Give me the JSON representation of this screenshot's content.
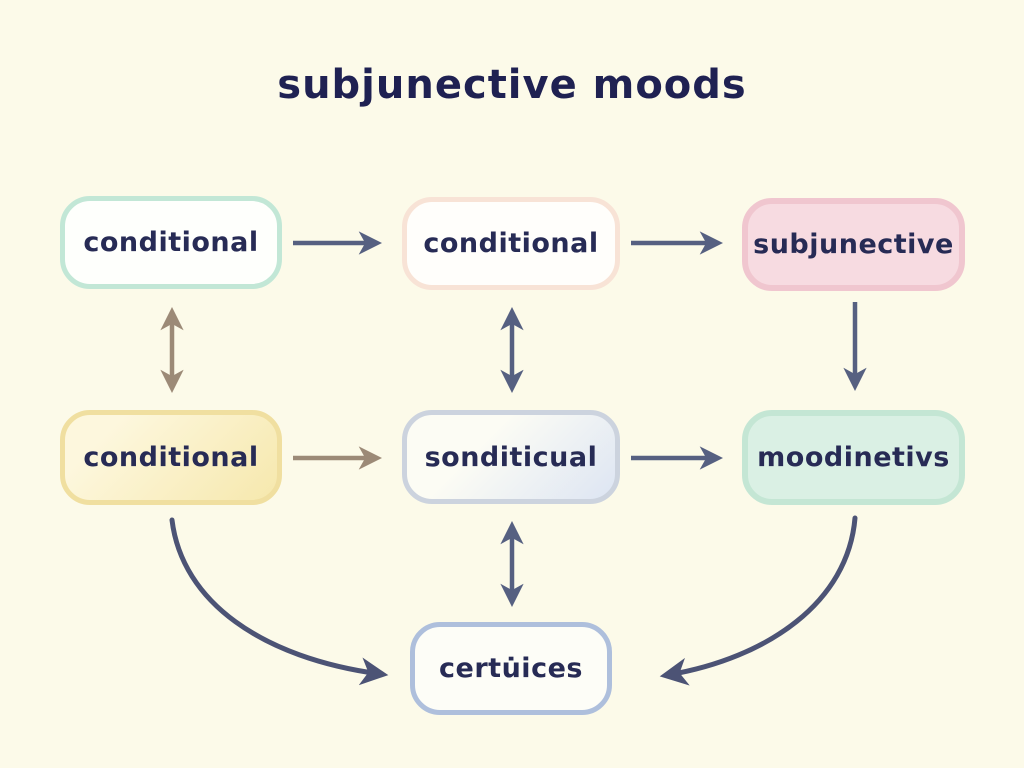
{
  "title": "subjunective moods",
  "nodes": {
    "r1c1": {
      "label": "conditional",
      "fill": "#fefffc",
      "border": "#c2e7d6"
    },
    "r1c2": {
      "label": "conditional",
      "fill": "#fffefb",
      "border": "#f8e3d6"
    },
    "r1c3": {
      "label": "subjunective",
      "fill": "#f7dbe1",
      "border": "#f0c6cf"
    },
    "r2c1": {
      "label": "conditional",
      "fill": "#f6e8ad",
      "border": "#f0dfa0"
    },
    "r2c2": {
      "label": "sonditicual",
      "fill": "#dde5f3",
      "border": "#ccd3de"
    },
    "r2c3": {
      "label": "moodinetivs",
      "fill": "#daf0e4",
      "border": "#c4e6d4"
    },
    "r3c2": {
      "label": "certu̇ices",
      "fill": "#fdfdf7",
      "border": "#aebfdc"
    }
  },
  "edges": [
    {
      "from": "r1c1",
      "to": "r1c2",
      "direction": "right",
      "color": "#566081"
    },
    {
      "from": "r1c2",
      "to": "r1c3",
      "direction": "right",
      "color": "#566081"
    },
    {
      "from": "r1c1",
      "to": "r2c1",
      "direction": "both",
      "color": "#9c8a77"
    },
    {
      "from": "r1c2",
      "to": "r2c2",
      "direction": "both",
      "color": "#566081"
    },
    {
      "from": "r1c3",
      "to": "r2c3",
      "direction": "down",
      "color": "#566081"
    },
    {
      "from": "r2c1",
      "to": "r2c2",
      "direction": "right",
      "color": "#9c8a77"
    },
    {
      "from": "r2c2",
      "to": "r2c3",
      "direction": "right",
      "color": "#566081"
    },
    {
      "from": "r2c2",
      "to": "r3c2",
      "direction": "both",
      "color": "#566081"
    },
    {
      "from": "r2c1",
      "to": "r3c2",
      "direction": "curved-right",
      "color": "#4c5375"
    },
    {
      "from": "r2c3",
      "to": "r3c2",
      "direction": "curved-left",
      "color": "#4c5375"
    }
  ],
  "colors": {
    "background": "#fcfae9",
    "title_text": "#1f2152",
    "node_text": "#272b55",
    "arrow_slate": "#566081",
    "arrow_tan": "#9c8a77",
    "arrow_curve": "#4c5375"
  }
}
